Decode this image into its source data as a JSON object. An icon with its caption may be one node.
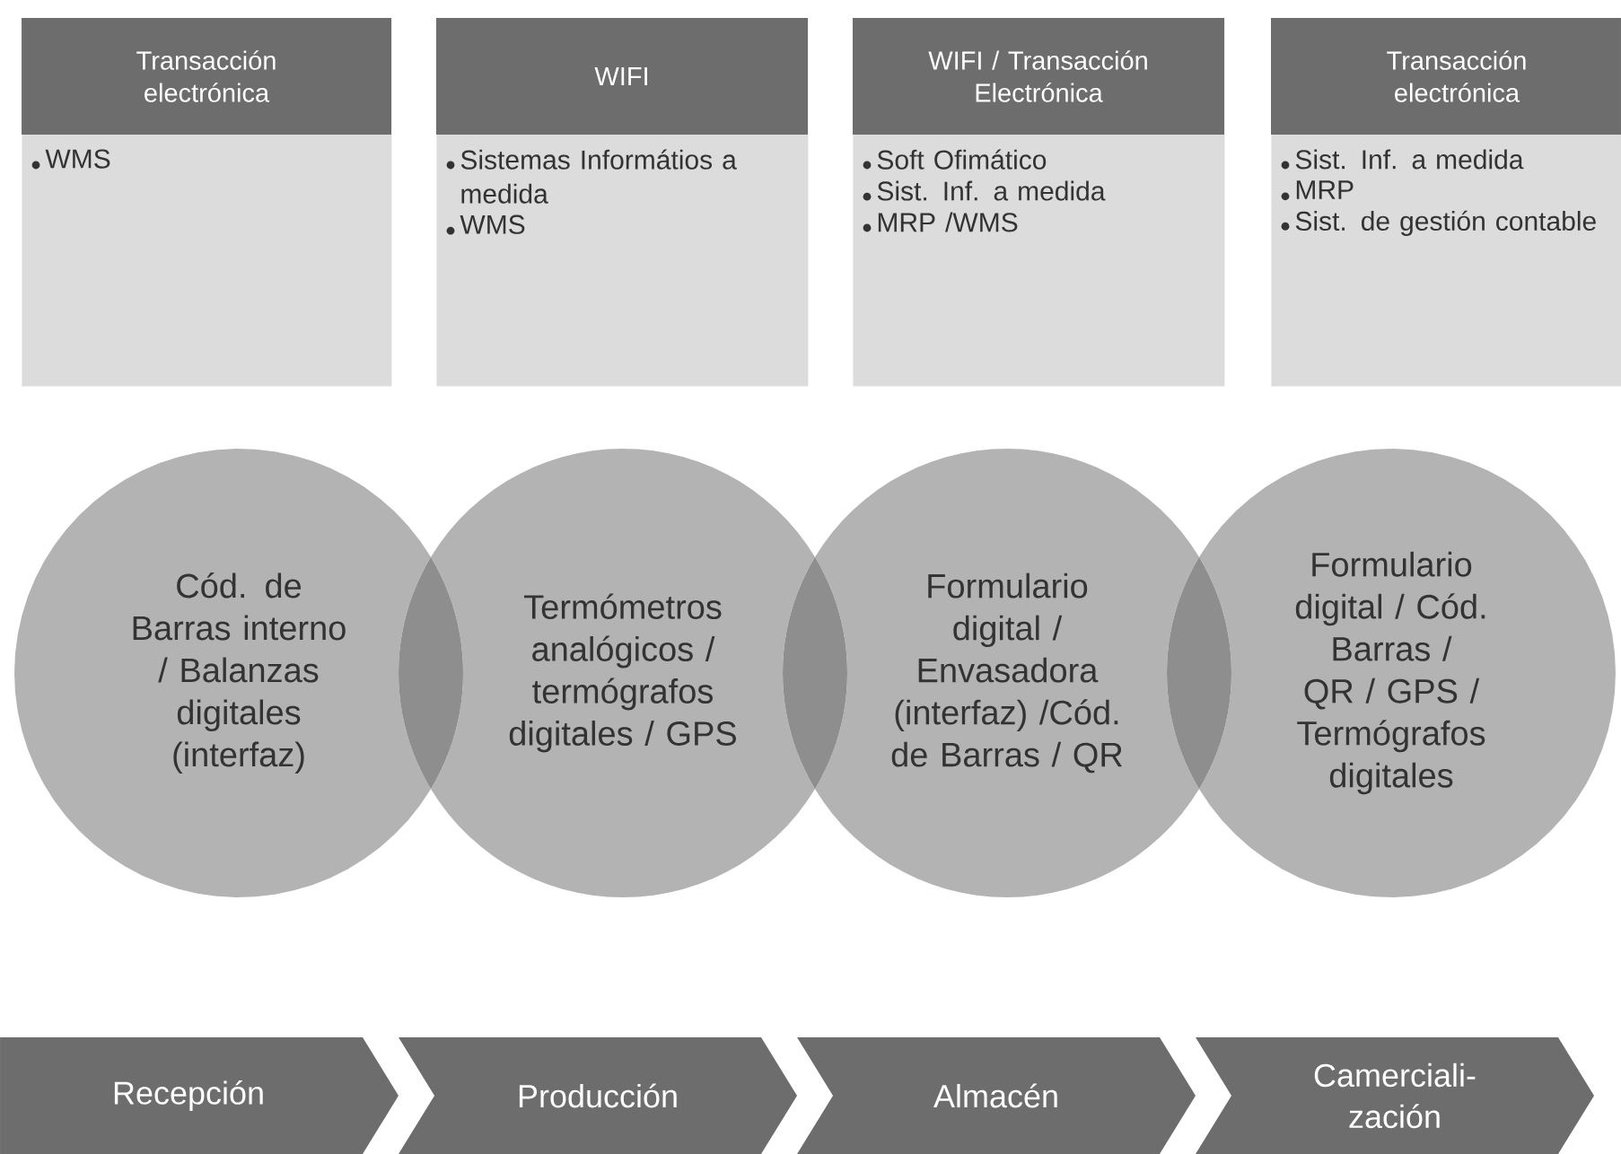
{
  "diagram": {
    "nodes": [
      {
        "text": [
          "Transacción electrónica",
          "WMS"
        ]
      },
      {
        "text": [
          "WIFI",
          "Sistemas Informátios a medida",
          "WMS"
        ]
      },
      {
        "text": [
          "WIFI / Transacción Electrónica",
          "Soft Ofimático",
          "Sist. Inf. a medida",
          "MRP /WMS"
        ]
      },
      {
        "text": [
          "Transacción electrónica",
          "Sist. Inf. a medida",
          "MRP",
          "Sist. de gestión contable"
        ]
      },
      {
        "text": [
          "Cód. de Barras interno / Balanzas digitales (interfaz)"
        ]
      },
      {
        "text": [
          "Termómetros analógicos / termógrafos digitales / GPS"
        ]
      },
      {
        "text": [
          "Formulario digital / Envasadora (interfaz) /Cód. de Barras / QR"
        ]
      },
      {
        "text": [
          "Formulario digital / Cód. Barras / QR / GPS / Termógrafos digitales"
        ]
      },
      {
        "text": [
          "Recepción"
        ]
      },
      {
        "text": [
          "Producción"
        ]
      },
      {
        "text": [
          "Almacén"
        ]
      },
      {
        "text": [
          "Camerciali-zación"
        ]
      },
      {
        "text": [],
        "shape": "lens"
      },
      {
        "text": [],
        "shape": "lens"
      },
      {
        "text": [],
        "shape": "lens"
      }
    ]
  }
}
